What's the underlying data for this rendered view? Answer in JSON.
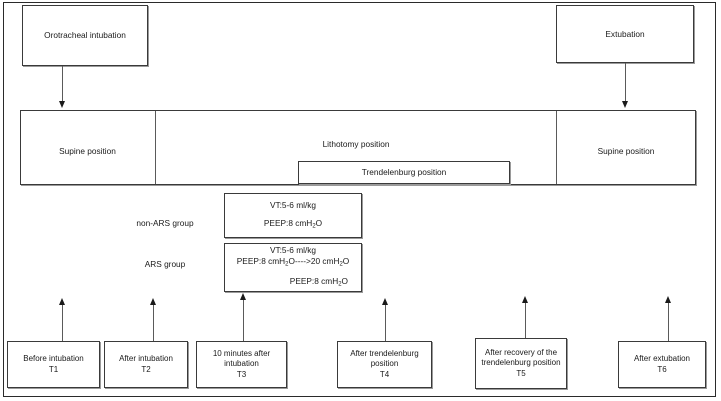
{
  "figure": {
    "type": "study-protocol-flowchart",
    "frame_color": "#2a2a2a",
    "box_border_color": "#3a3a3a",
    "text_color": "#1a1a1a"
  },
  "airway_events": {
    "intubation": "Orotracheal intubation",
    "extubation": "Extubation"
  },
  "positions": {
    "supine_left": "Supine position",
    "lithotomy": "Lithotomy position",
    "trendelenburg": "Trendelenburg position",
    "supine_right": "Supine position"
  },
  "groups": {
    "non_ars_label": "non-ARS group",
    "ars_label": "ARS group"
  },
  "ventilation": {
    "non_ars": {
      "line1": "VT:5-6 ml/kg",
      "line2_prefix": "PEEP:8 cmH",
      "line2_sub": "2",
      "line2_suffix": "O"
    },
    "ars": {
      "line1": "VT:5-6 ml/kg",
      "line2_prefix": "PEEP:8 cmH",
      "line2_sub": "2",
      "line2_mid": "O---->20  cmH",
      "line2_sub2": "2",
      "line2_suffix": "O",
      "line3_prefix": "PEEP:8 cmH",
      "line3_sub": "2",
      "line3_suffix": "O"
    }
  },
  "timepoints": [
    {
      "id": "T1",
      "text": "Before intubation",
      "code": "T1"
    },
    {
      "id": "T2",
      "text": "After intubation",
      "code": "T2"
    },
    {
      "id": "T3",
      "text": "10 minutes after intubation",
      "code": "T3"
    },
    {
      "id": "T4",
      "text": "After trendelenburg position",
      "code": "T4"
    },
    {
      "id": "T5",
      "text": "After recovery of the trendelenburg position",
      "code": "T5"
    },
    {
      "id": "T6",
      "text": "After extubation",
      "code": "T6"
    }
  ]
}
